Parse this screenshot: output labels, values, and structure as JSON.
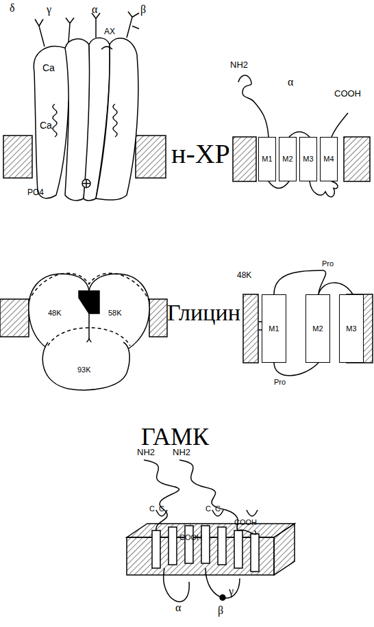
{
  "diagram": {
    "nodes": [
      {
        "text": [
          "M1"
        ]
      },
      {
        "text": [
          "M2"
        ]
      },
      {
        "text": [
          "M3"
        ]
      },
      {
        "text": [
          "M4"
        ]
      },
      {
        "text": [
          "M1"
        ]
      },
      {
        "text": [
          "M2"
        ]
      },
      {
        "text": [
          "M3"
        ]
      }
    ],
    "labels": [
      "δ",
      "γ",
      "α",
      "β",
      "AX",
      "Ca",
      "Ca",
      "PO4",
      "н-ХР",
      "NH2",
      "α",
      "COOH",
      "48K",
      "58K",
      "93K",
      "Глицин",
      "48K",
      "Pro",
      "Pro",
      "ГАМК",
      "NH2",
      "NH2",
      "C",
      "C",
      "C",
      "C",
      "COOH",
      "COOH",
      "α",
      "γ",
      "β"
    ]
  }
}
